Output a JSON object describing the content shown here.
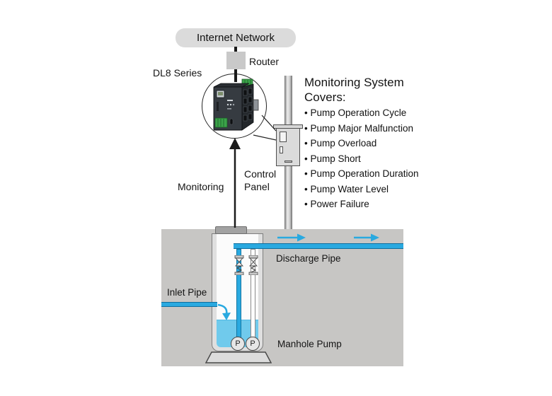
{
  "diagram": {
    "internet": {
      "label": "Internet Network"
    },
    "router": {
      "label": "Router"
    },
    "dl8": {
      "label": "DL8 Series"
    },
    "monitoring": {
      "label": "Monitoring"
    },
    "control_panel": {
      "label": "Control\nPanel"
    },
    "coverage": {
      "heading": "Monitoring System\nCovers:",
      "items": [
        "Pump Operation Cycle",
        "Pump Major Malfunction",
        "Pump Overload",
        "Pump Short",
        "Pump Operation Duration",
        "Pump Water Level",
        "Power Failure"
      ]
    },
    "station": {
      "discharge_pipe": "Discharge Pipe",
      "inlet_pipe": "Inlet Pipe",
      "manhole_pump": "Manhole Pump",
      "pump_letter": "P"
    },
    "colors": {
      "pipe_blue": "#29A9E0",
      "water_blue": "#70CAEC",
      "ground_gray": "#C7C6C4",
      "line_black": "#1A1A1A",
      "device_green": "#3BA349"
    }
  }
}
